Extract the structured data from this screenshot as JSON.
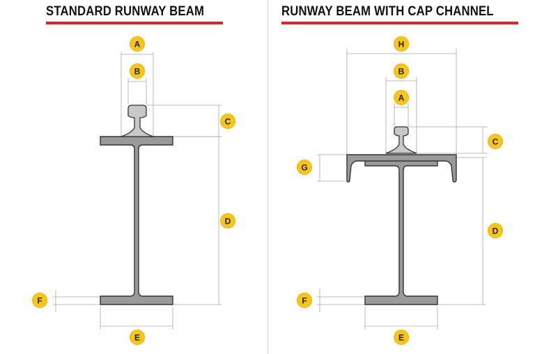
{
  "left": {
    "title": "STANDARD RUNWAY BEAM",
    "labels": {
      "a": "A",
      "b": "B",
      "c": "C",
      "d": "D",
      "e": "E",
      "f": "F"
    }
  },
  "right": {
    "title": "RUNWAY BEAM WITH CAP CHANNEL",
    "labels": {
      "h": "H",
      "b": "B",
      "a": "A",
      "c": "C",
      "g": "G",
      "d": "D",
      "f": "F",
      "e": "E"
    }
  },
  "colors": {
    "accent": "#e0231f",
    "marker": "#f7c51e",
    "steel": "#9a9a9a",
    "rail": "#c8c8c8"
  }
}
